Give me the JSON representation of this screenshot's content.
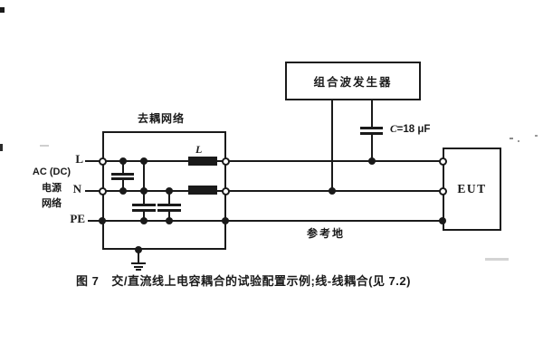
{
  "figure_caption": {
    "prefix": "图 7",
    "body": "交/直流线上电容耦合的试验配置示例;线-线耦合(见 7.2)"
  },
  "generator": {
    "label": "组合波发生器"
  },
  "coupling_capacitor": {
    "symbol": "C",
    "value": "=18 μF"
  },
  "decoupling_network": {
    "label": "去耦网络",
    "inductor_label": "L"
  },
  "power_source": {
    "line1": "AC (DC)",
    "line2": "电源",
    "line3": "网络"
  },
  "conductors": {
    "l": "L",
    "n": "N",
    "pe": "PE"
  },
  "reference_ground": {
    "label": "参考地"
  },
  "eut": {
    "label": "EUT"
  },
  "colors": {
    "ink": "#1a1a1a",
    "paper": "#ffffff"
  }
}
